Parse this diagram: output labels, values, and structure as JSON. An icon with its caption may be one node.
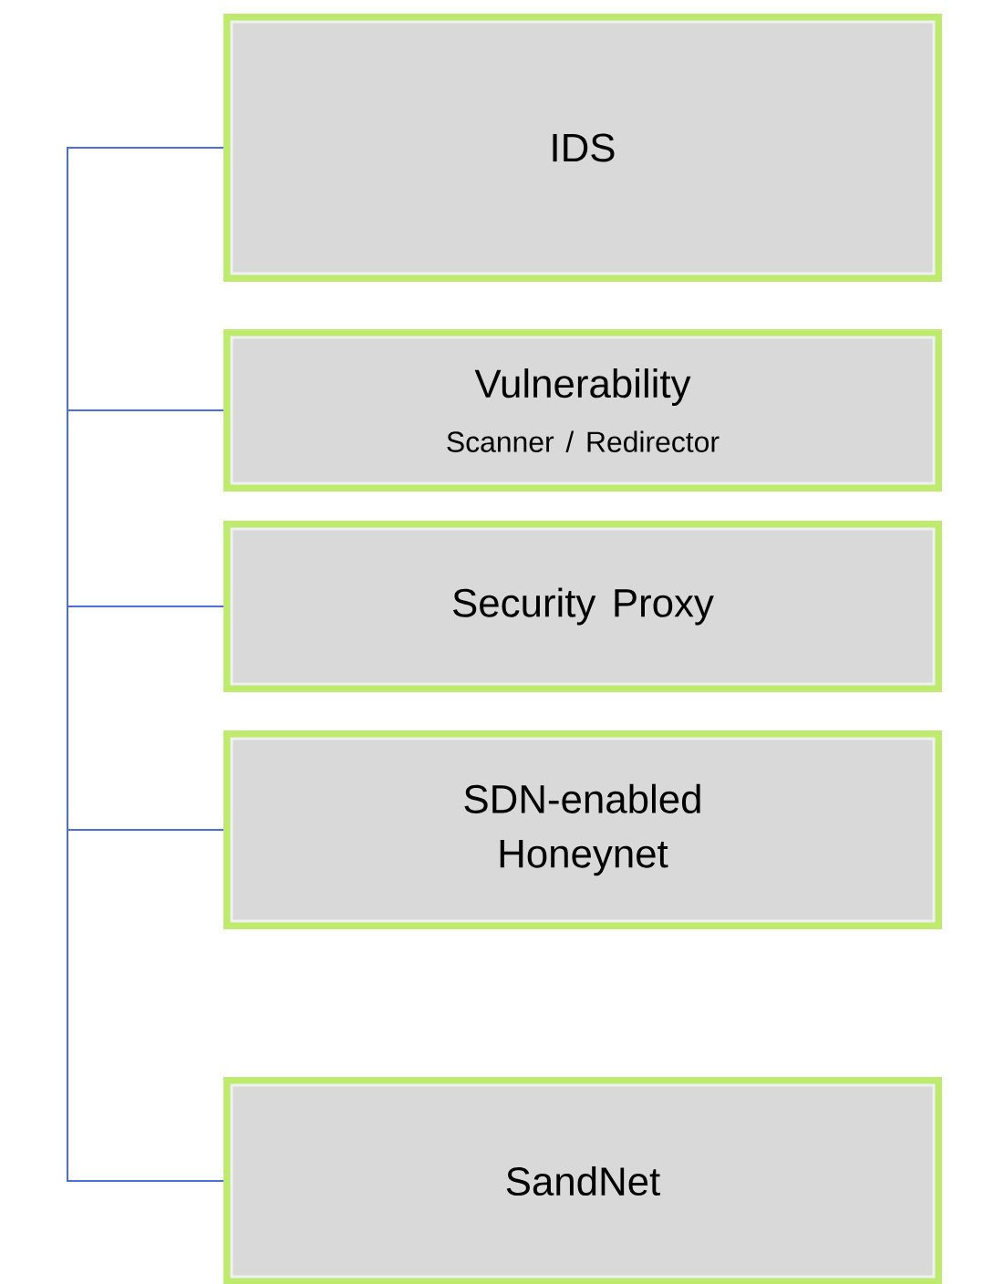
{
  "diagram": {
    "nodes": [
      {
        "text": [
          "IDS"
        ]
      },
      {
        "text": [
          "Vulnerability",
          "Scanner / Redirector"
        ]
      },
      {
        "text": [
          "Security Proxy"
        ]
      },
      {
        "text": [
          "SDN-enabled Honeynet"
        ]
      },
      {
        "text": [
          "SandNet"
        ]
      }
    ],
    "edges": [
      {
        "from": 0,
        "to": 1,
        "arrow": "none"
      },
      {
        "from": 1,
        "to": 2,
        "arrow": "none"
      },
      {
        "from": 2,
        "to": 3,
        "arrow": "none"
      },
      {
        "from": 3,
        "to": 4,
        "arrow": "none"
      }
    ]
  }
}
